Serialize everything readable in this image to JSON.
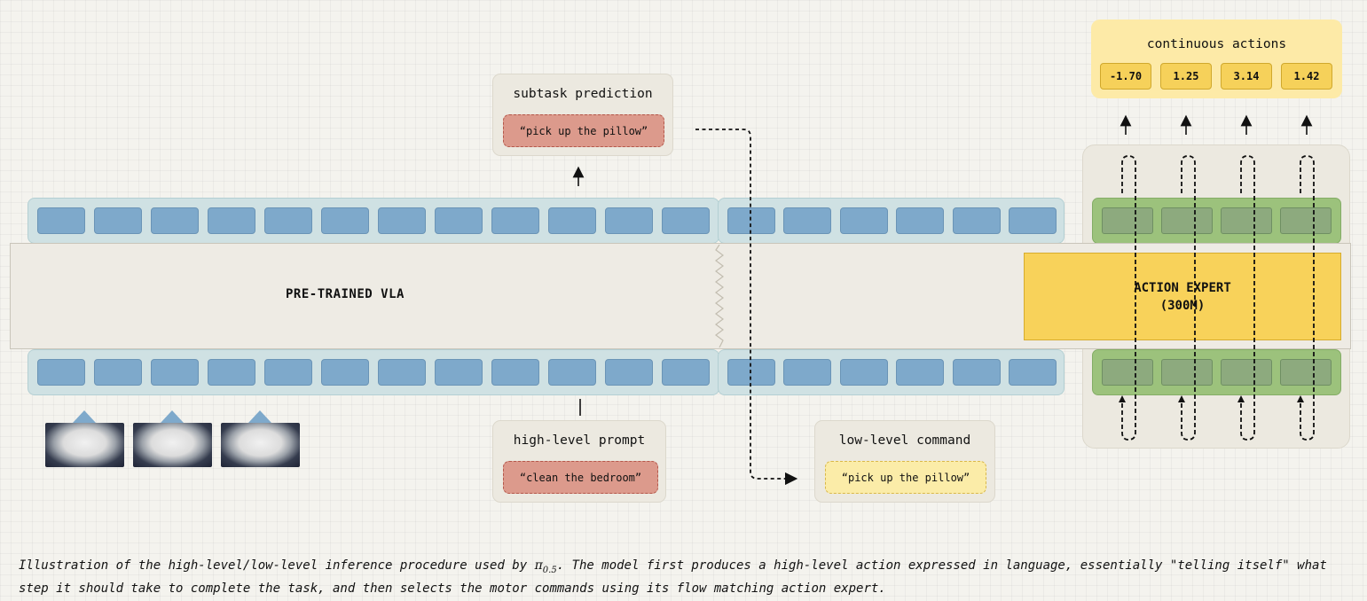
{
  "main_title": "PRE-TRAINED VLA",
  "action_expert": {
    "line1": "ACTION EXPERT",
    "line2": "(300M)"
  },
  "subtask": {
    "title": "subtask prediction",
    "text": "“pick up the pillow”"
  },
  "high_level": {
    "title": "high-level prompt",
    "text": "“clean the bedroom”"
  },
  "low_level": {
    "title": "low-level command",
    "text": "“pick up the pillow”"
  },
  "continuous_actions": {
    "title": "continuous actions",
    "values": [
      "-1.70",
      "1.25",
      "3.14",
      "1.42"
    ]
  },
  "caption": {
    "prefix": "Illustration of the high-level/low-level inference procedure used by ",
    "pi": "π",
    "sub": "0.5",
    "suffix": ". The model first produces a high-level action expressed in language, essentially \"telling itself\" what step it should take to complete the task, and then selects the motor commands using its flow matching action expert."
  },
  "colors": {
    "token": "#7ea9cb",
    "strip": "#cfe1e3",
    "expert": "#f8d25a",
    "action_token": "#8daa7e",
    "prompt_pill": "#dc9a8c",
    "command_pill": "#fbeca8"
  }
}
